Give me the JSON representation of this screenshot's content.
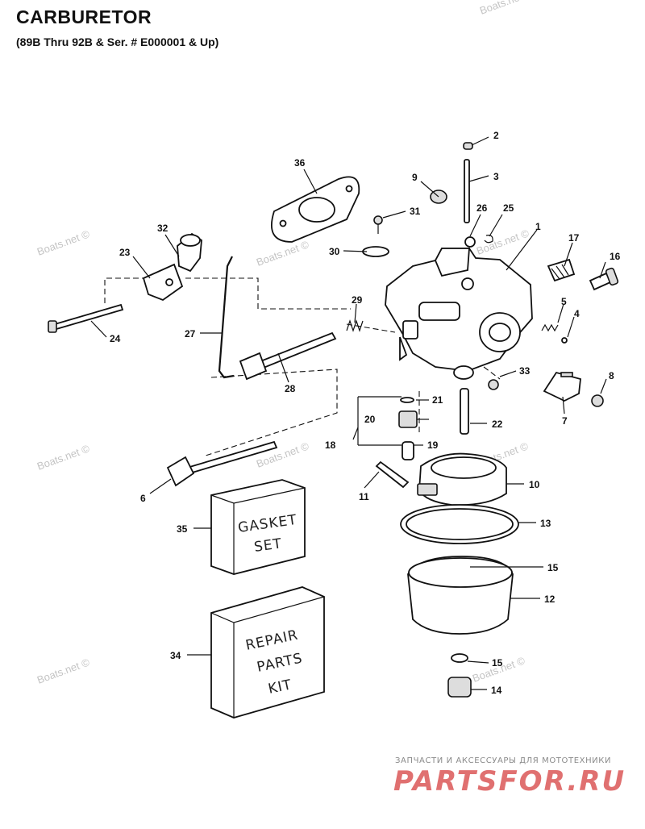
{
  "header": {
    "title": "CARBURETOR",
    "subtitle": "(89B Thru 92B & Ser. # E000001 & Up)"
  },
  "watermark": {
    "text": "Boats.net ©"
  },
  "kits": {
    "gasket_line1": "GASKET",
    "gasket_line2": "SET",
    "repair_line1": "REPAIR",
    "repair_line2": "PARTS",
    "repair_line3": "KIT"
  },
  "callouts": [
    "1",
    "2",
    "3",
    "4",
    "5",
    "6",
    "7",
    "8",
    "9",
    "10",
    "11",
    "12",
    "13",
    "14",
    "15",
    "15",
    "16",
    "17",
    "18",
    "19",
    "20",
    "21",
    "22",
    "23",
    "24",
    "25",
    "26",
    "27",
    "28",
    "29",
    "30",
    "31",
    "32",
    "33",
    "34",
    "35",
    "36"
  ],
  "logo": {
    "tagline": "ЗАПЧАСТИ И АКСЕССУАРЫ ДЛЯ МОТОТЕХНИКИ",
    "name": "PARTSFOR.RU",
    "color": "#e07070"
  }
}
